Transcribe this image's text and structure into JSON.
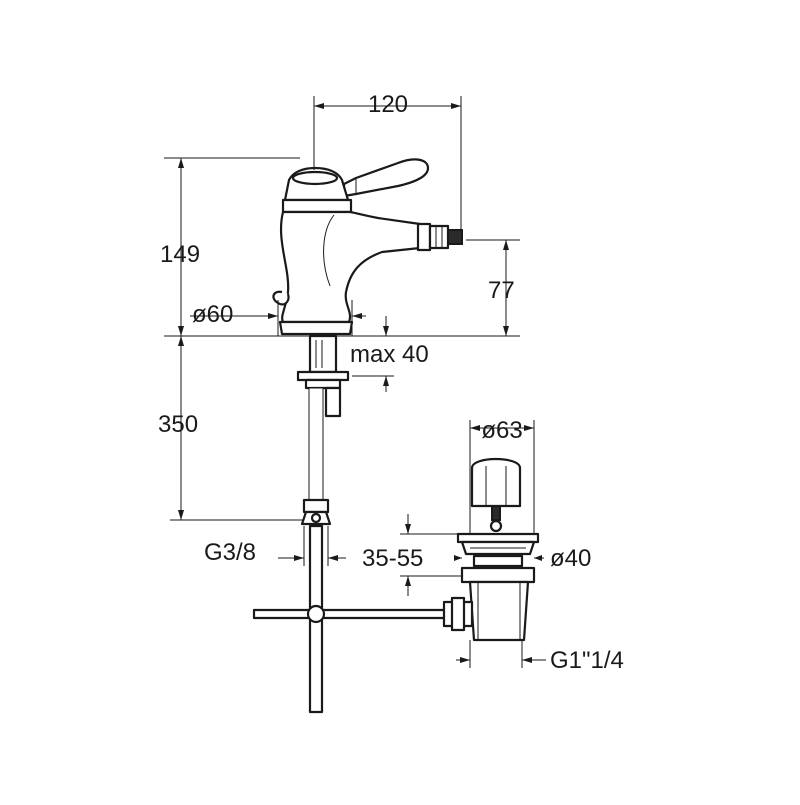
{
  "dimensions": {
    "width": "120",
    "height": "149",
    "spout_height": "77",
    "base_diameter": "ø60",
    "max_thickness": "max 40",
    "hose_length": "350",
    "hose_thread": "G3/8",
    "waste_top_diameter": "ø63",
    "waste_adjust": "35-55",
    "waste_flange_diameter": "ø40",
    "waste_thread": "G1\"1/4"
  },
  "colors": {
    "line": "#1a1a1a",
    "background": "#ffffff"
  }
}
